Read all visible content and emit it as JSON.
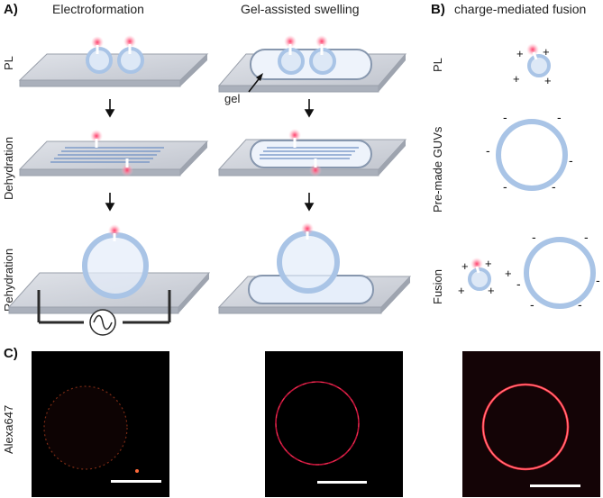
{
  "panels": {
    "a": "A)",
    "b": "B)",
    "c": "C)"
  },
  "columns": {
    "electroformation": "Electroformation",
    "gel_swelling": "Gel-assisted swelling",
    "charge_fusion": "charge-mediated fusion"
  },
  "rows_a": {
    "pl": "PL",
    "dehydration": "Dehydration",
    "rehydration": "Rehydration"
  },
  "rows_b": {
    "pl": "PL",
    "premade": "Pre-made GUVs",
    "fusion": "Fusion"
  },
  "annotations": {
    "gel": "gel",
    "plus": "+",
    "minus": "-"
  },
  "rows_c": {
    "stain": "Alexa647"
  },
  "colors": {
    "slide": "#c9ccd4",
    "vesicle": "#a9c4e6",
    "dye": "#ff6d8a",
    "signal": "#ff2a40"
  }
}
